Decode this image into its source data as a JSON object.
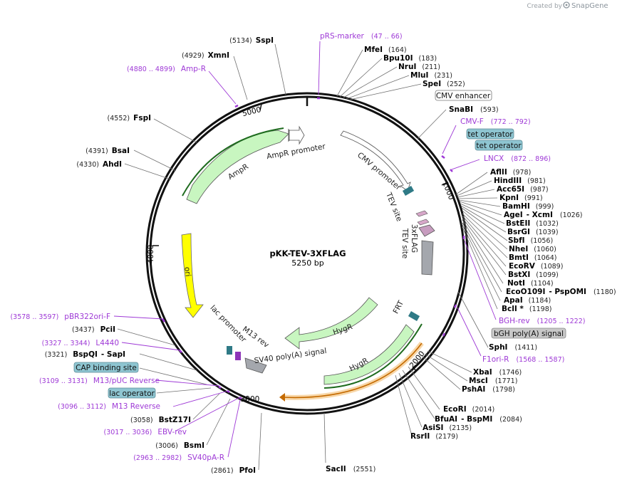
{
  "plasmid": {
    "name": "pKK-TEV-3XFLAG",
    "size_label": "5250 bp"
  },
  "credit": {
    "prefix": "Created by",
    "brand": "SnapGene"
  },
  "ticks": [
    "5000",
    "1000",
    "2000",
    "3000",
    "4000"
  ],
  "enzymes": [
    {
      "name": "SspI",
      "pos": "(5134)"
    },
    {
      "name": "XmnI",
      "pos": "(4929)"
    },
    {
      "name": "FspI",
      "pos": "(4552)"
    },
    {
      "name": "BsaI",
      "pos": "(4391)"
    },
    {
      "name": "AhdI",
      "pos": "(4330)"
    },
    {
      "name": "MfeI",
      "pos": "(164)"
    },
    {
      "name": "Bpu10I",
      "pos": "(183)"
    },
    {
      "name": "NruI",
      "pos": "(211)"
    },
    {
      "name": "MluI",
      "pos": "(231)"
    },
    {
      "name": "SpeI",
      "pos": "(252)"
    },
    {
      "name": "SnaBI",
      "pos": "(593)"
    },
    {
      "name": "AflII",
      "pos": "(978)"
    },
    {
      "name": "HindIII",
      "pos": "(981)"
    },
    {
      "name": "Acc65I",
      "pos": "(987)"
    },
    {
      "name": "KpnI",
      "pos": "(991)"
    },
    {
      "name": "BamHI",
      "pos": "(999)"
    },
    {
      "name": "AgeI",
      "pos": "(1026)",
      "extra": "- XcmI"
    },
    {
      "name": "BstEII",
      "pos": "(1032)"
    },
    {
      "name": "BsrGI",
      "pos": "(1039)"
    },
    {
      "name": "SbfI",
      "pos": "(1056)"
    },
    {
      "name": "NheI",
      "pos": "(1060)"
    },
    {
      "name": "BmtI",
      "pos": "(1064)"
    },
    {
      "name": "EcoRV",
      "pos": "(1089)"
    },
    {
      "name": "BstXI",
      "pos": "(1099)"
    },
    {
      "name": "NotI",
      "pos": "(1104)"
    },
    {
      "name": "EcoO109I",
      "pos": "(1180)",
      "extra": "- PspOMI"
    },
    {
      "name": "ApaI",
      "pos": "(1184)"
    },
    {
      "name": "BclI *",
      "pos": "(1198)"
    },
    {
      "name": "SphI",
      "pos": "(1411)"
    },
    {
      "name": "XbaI",
      "pos": "(1746)"
    },
    {
      "name": "MscI",
      "pos": "(1771)"
    },
    {
      "name": "PshAI",
      "pos": "(1798)"
    },
    {
      "name": "EcoRI",
      "pos": "(2014)"
    },
    {
      "name": "BfuAI",
      "pos": "(2084)",
      "extra": "- BspMI"
    },
    {
      "name": "AsiSI",
      "pos": "(2135)"
    },
    {
      "name": "RsrII",
      "pos": "(2179)"
    },
    {
      "name": "SacII",
      "pos": "(2551)"
    },
    {
      "name": "PfoI",
      "pos": "(2861)"
    },
    {
      "name": "BsmI",
      "pos": "(3006)"
    },
    {
      "name": "BstZ17I",
      "pos": "(3058)"
    },
    {
      "name": "BspQI",
      "pos": "(3321)",
      "extra": "- SapI"
    },
    {
      "name": "PciI",
      "pos": "(3437)"
    }
  ],
  "primers": [
    {
      "name": "pRS-marker",
      "pos": "(47 .. 66)"
    },
    {
      "name": "Amp-R",
      "pos": "(4880 .. 4899)"
    },
    {
      "name": "CMV-F",
      "pos": "(772 .. 792)"
    },
    {
      "name": "LNCX",
      "pos": "(872 .. 896)"
    },
    {
      "name": "BGH-rev",
      "pos": "(1205 .. 1222)"
    },
    {
      "name": "F1ori-R",
      "pos": "(1568 .. 1587)"
    },
    {
      "name": "pBR322ori-F",
      "pos": "(3578 .. 3597)"
    },
    {
      "name": "L4440",
      "pos": "(3327 .. 3344)"
    },
    {
      "name": "M13/pUC Reverse",
      "pos": "(3109 .. 3131)"
    },
    {
      "name": "M13 Reverse",
      "pos": "(3096 .. 3112)"
    },
    {
      "name": "EBV-rev",
      "pos": "(3017 .. 3036)"
    },
    {
      "name": "SV40pA-R",
      "pos": "(2963 .. 2982)"
    }
  ],
  "boxes": {
    "cmv_enhancer": "CMV enhancer",
    "tet_operator_1": "tet operator",
    "tet_operator_2": "tet operator",
    "bgh_polya": "bGH poly(A) signal",
    "cap_binding": "CAP binding site",
    "lac_operator": "lac operator"
  },
  "features": {
    "ampr_promoter": "AmpR promoter",
    "ampr": "AmpR",
    "cmv_promoter": "CMV promoter",
    "tev_site_1": "TEV site",
    "flag": "3xFLAG",
    "tev_site_2": "TEV site",
    "ori": "ori",
    "lac_promoter": "lac promoter",
    "m13_rev": "M13 rev",
    "sv40_polya": "SV40 poly(A) signal",
    "hygr_1": "HygR",
    "hygr_2": "HygR",
    "frt": "FRT"
  },
  "colors": {
    "primer": "#9e39d6",
    "feature_green": "#c8f6c0",
    "ori_yellow": "#ffff00",
    "box_teal": "#8ec5d1",
    "box_gray": "#c8c8c8"
  }
}
